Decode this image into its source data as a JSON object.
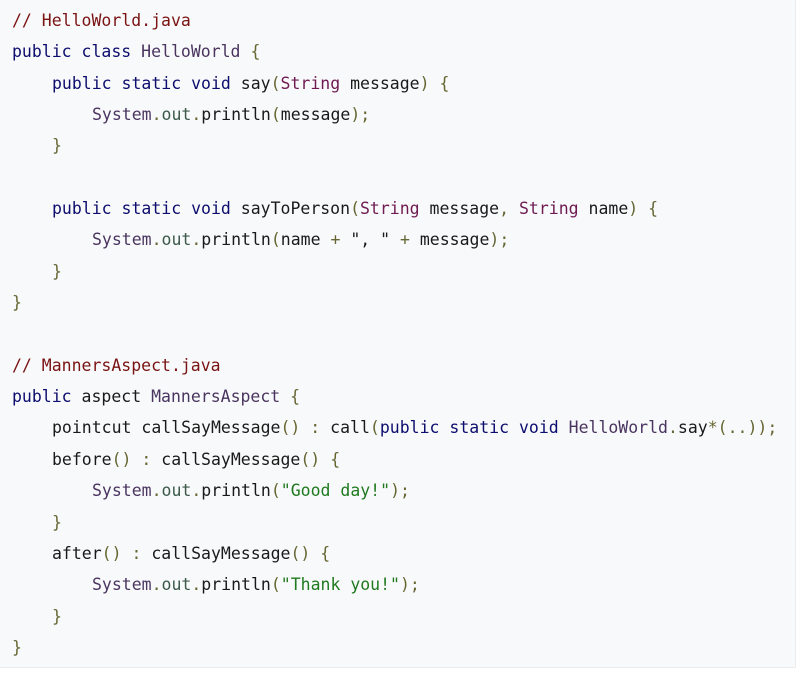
{
  "code": {
    "lines": [
      {
        "tokens": [
          {
            "text": "// HelloWorld.java",
            "cls": "tok-comment",
            "name": "comment-token"
          }
        ],
        "indent": 0
      },
      {
        "tokens": [
          {
            "text": "public",
            "cls": "tok-kw",
            "name": "keyword-token"
          },
          {
            "text": " ",
            "cls": "tok-ident",
            "name": "space-token"
          },
          {
            "text": "class",
            "cls": "tok-kw",
            "name": "keyword-token"
          },
          {
            "text": " ",
            "cls": "tok-ident",
            "name": "space-token"
          },
          {
            "text": "HelloWorld",
            "cls": "tok-class",
            "name": "class-name-token"
          },
          {
            "text": " ",
            "cls": "tok-ident",
            "name": "space-token"
          },
          {
            "text": "{",
            "cls": "tok-punct",
            "name": "punctuation-token"
          }
        ],
        "indent": 0
      },
      {
        "tokens": [
          {
            "text": "public",
            "cls": "tok-kw",
            "name": "keyword-token"
          },
          {
            "text": " ",
            "cls": "tok-ident",
            "name": "space-token"
          },
          {
            "text": "static",
            "cls": "tok-kw",
            "name": "keyword-token"
          },
          {
            "text": " ",
            "cls": "tok-ident",
            "name": "space-token"
          },
          {
            "text": "void",
            "cls": "tok-kw",
            "name": "keyword-token"
          },
          {
            "text": " ",
            "cls": "tok-ident",
            "name": "space-token"
          },
          {
            "text": "say",
            "cls": "tok-ident",
            "name": "method-name-token"
          },
          {
            "text": "(",
            "cls": "tok-punct",
            "name": "punctuation-token"
          },
          {
            "text": "String",
            "cls": "tok-type",
            "name": "type-token"
          },
          {
            "text": " message",
            "cls": "tok-ident",
            "name": "identifier-token"
          },
          {
            "text": ")",
            "cls": "tok-punct",
            "name": "punctuation-token"
          },
          {
            "text": " ",
            "cls": "tok-ident",
            "name": "space-token"
          },
          {
            "text": "{",
            "cls": "tok-punct",
            "name": "punctuation-token"
          }
        ],
        "indent": 1
      },
      {
        "tokens": [
          {
            "text": "System",
            "cls": "tok-class",
            "name": "class-name-token"
          },
          {
            "text": ".",
            "cls": "tok-punct",
            "name": "punctuation-token"
          },
          {
            "text": "out",
            "cls": "tok-obj",
            "name": "field-token"
          },
          {
            "text": ".",
            "cls": "tok-punct",
            "name": "punctuation-token"
          },
          {
            "text": "println",
            "cls": "tok-ident",
            "name": "method-name-token"
          },
          {
            "text": "(",
            "cls": "tok-punct",
            "name": "punctuation-token"
          },
          {
            "text": "message",
            "cls": "tok-ident",
            "name": "identifier-token"
          },
          {
            "text": ");",
            "cls": "tok-punct",
            "name": "punctuation-token"
          }
        ],
        "indent": 2
      },
      {
        "tokens": [
          {
            "text": "}",
            "cls": "tok-punct",
            "name": "punctuation-token"
          }
        ],
        "indent": 1
      },
      {
        "tokens": [],
        "indent": 0
      },
      {
        "tokens": [
          {
            "text": "public",
            "cls": "tok-kw",
            "name": "keyword-token"
          },
          {
            "text": " ",
            "cls": "tok-ident",
            "name": "space-token"
          },
          {
            "text": "static",
            "cls": "tok-kw",
            "name": "keyword-token"
          },
          {
            "text": " ",
            "cls": "tok-ident",
            "name": "space-token"
          },
          {
            "text": "void",
            "cls": "tok-kw",
            "name": "keyword-token"
          },
          {
            "text": " ",
            "cls": "tok-ident",
            "name": "space-token"
          },
          {
            "text": "sayToPerson",
            "cls": "tok-ident",
            "name": "method-name-token"
          },
          {
            "text": "(",
            "cls": "tok-punct",
            "name": "punctuation-token"
          },
          {
            "text": "String",
            "cls": "tok-type",
            "name": "type-token"
          },
          {
            "text": " message",
            "cls": "tok-ident",
            "name": "identifier-token"
          },
          {
            "text": ", ",
            "cls": "tok-punct",
            "name": "punctuation-token"
          },
          {
            "text": "String",
            "cls": "tok-type",
            "name": "type-token"
          },
          {
            "text": " name",
            "cls": "tok-ident",
            "name": "identifier-token"
          },
          {
            "text": ")",
            "cls": "tok-punct",
            "name": "punctuation-token"
          },
          {
            "text": " ",
            "cls": "tok-ident",
            "name": "space-token"
          },
          {
            "text": "{",
            "cls": "tok-punct",
            "name": "punctuation-token"
          }
        ],
        "indent": 1
      },
      {
        "tokens": [
          {
            "text": "System",
            "cls": "tok-class",
            "name": "class-name-token"
          },
          {
            "text": ".",
            "cls": "tok-punct",
            "name": "punctuation-token"
          },
          {
            "text": "out",
            "cls": "tok-obj",
            "name": "field-token"
          },
          {
            "text": ".",
            "cls": "tok-punct",
            "name": "punctuation-token"
          },
          {
            "text": "println",
            "cls": "tok-ident",
            "name": "method-name-token"
          },
          {
            "text": "(",
            "cls": "tok-punct",
            "name": "punctuation-token"
          },
          {
            "text": "name ",
            "cls": "tok-ident",
            "name": "identifier-token"
          },
          {
            "text": "+",
            "cls": "tok-punct",
            "name": "operator-token"
          },
          {
            "text": " \", \" ",
            "cls": "tok-ident",
            "name": "string-token"
          },
          {
            "text": "+",
            "cls": "tok-punct",
            "name": "operator-token"
          },
          {
            "text": " message",
            "cls": "tok-ident",
            "name": "identifier-token"
          },
          {
            "text": ");",
            "cls": "tok-punct",
            "name": "punctuation-token"
          }
        ],
        "indent": 2
      },
      {
        "tokens": [
          {
            "text": "}",
            "cls": "tok-punct",
            "name": "punctuation-token"
          }
        ],
        "indent": 1
      },
      {
        "tokens": [
          {
            "text": "}",
            "cls": "tok-punct",
            "name": "punctuation-token"
          }
        ],
        "indent": 0
      },
      {
        "tokens": [],
        "indent": 0
      },
      {
        "tokens": [
          {
            "text": "// MannersAspect.java",
            "cls": "tok-comment",
            "name": "comment-token"
          }
        ],
        "indent": 0
      },
      {
        "tokens": [
          {
            "text": "public",
            "cls": "tok-kw",
            "name": "keyword-token"
          },
          {
            "text": " ",
            "cls": "tok-ident",
            "name": "space-token"
          },
          {
            "text": "aspect",
            "cls": "tok-ident",
            "name": "keyword-token"
          },
          {
            "text": " ",
            "cls": "tok-ident",
            "name": "space-token"
          },
          {
            "text": "MannersAspect",
            "cls": "tok-class",
            "name": "class-name-token"
          },
          {
            "text": " ",
            "cls": "tok-ident",
            "name": "space-token"
          },
          {
            "text": "{",
            "cls": "tok-punct",
            "name": "punctuation-token"
          }
        ],
        "indent": 0
      },
      {
        "tokens": [
          {
            "text": "pointcut callSayMessage",
            "cls": "tok-ident",
            "name": "identifier-token"
          },
          {
            "text": "()",
            "cls": "tok-punct",
            "name": "punctuation-token"
          },
          {
            "text": " : ",
            "cls": "tok-punct",
            "name": "operator-token"
          },
          {
            "text": "call",
            "cls": "tok-ident",
            "name": "identifier-token"
          },
          {
            "text": "(",
            "cls": "tok-punct",
            "name": "punctuation-token"
          },
          {
            "text": "public",
            "cls": "tok-kw",
            "name": "keyword-token"
          },
          {
            "text": " ",
            "cls": "tok-ident",
            "name": "space-token"
          },
          {
            "text": "static",
            "cls": "tok-kw",
            "name": "keyword-token"
          },
          {
            "text": " ",
            "cls": "tok-ident",
            "name": "space-token"
          },
          {
            "text": "void",
            "cls": "tok-kw",
            "name": "keyword-token"
          },
          {
            "text": " ",
            "cls": "tok-ident",
            "name": "space-token"
          },
          {
            "text": "HelloWorld",
            "cls": "tok-class",
            "name": "class-name-token"
          },
          {
            "text": ".",
            "cls": "tok-punct",
            "name": "punctuation-token"
          },
          {
            "text": "say",
            "cls": "tok-ident",
            "name": "method-name-token"
          },
          {
            "text": "*(..));",
            "cls": "tok-punct",
            "name": "punctuation-token"
          }
        ],
        "indent": 1
      },
      {
        "tokens": [
          {
            "text": "before",
            "cls": "tok-ident",
            "name": "identifier-token"
          },
          {
            "text": "()",
            "cls": "tok-punct",
            "name": "punctuation-token"
          },
          {
            "text": " : ",
            "cls": "tok-punct",
            "name": "operator-token"
          },
          {
            "text": "callSayMessage",
            "cls": "tok-ident",
            "name": "identifier-token"
          },
          {
            "text": "()",
            "cls": "tok-punct",
            "name": "punctuation-token"
          },
          {
            "text": " ",
            "cls": "tok-ident",
            "name": "space-token"
          },
          {
            "text": "{",
            "cls": "tok-punct",
            "name": "punctuation-token"
          }
        ],
        "indent": 1
      },
      {
        "tokens": [
          {
            "text": "System",
            "cls": "tok-class",
            "name": "class-name-token"
          },
          {
            "text": ".",
            "cls": "tok-punct",
            "name": "punctuation-token"
          },
          {
            "text": "out",
            "cls": "tok-obj",
            "name": "field-token"
          },
          {
            "text": ".",
            "cls": "tok-punct",
            "name": "punctuation-token"
          },
          {
            "text": "println",
            "cls": "tok-ident",
            "name": "method-name-token"
          },
          {
            "text": "(",
            "cls": "tok-punct",
            "name": "punctuation-token"
          },
          {
            "text": "\"Good day!\"",
            "cls": "tok-str",
            "name": "string-token"
          },
          {
            "text": ");",
            "cls": "tok-punct",
            "name": "punctuation-token"
          }
        ],
        "indent": 2
      },
      {
        "tokens": [
          {
            "text": "}",
            "cls": "tok-punct",
            "name": "punctuation-token"
          }
        ],
        "indent": 1
      },
      {
        "tokens": [
          {
            "text": "after",
            "cls": "tok-ident",
            "name": "identifier-token"
          },
          {
            "text": "()",
            "cls": "tok-punct",
            "name": "punctuation-token"
          },
          {
            "text": " : ",
            "cls": "tok-punct",
            "name": "operator-token"
          },
          {
            "text": "callSayMessage",
            "cls": "tok-ident",
            "name": "identifier-token"
          },
          {
            "text": "()",
            "cls": "tok-punct",
            "name": "punctuation-token"
          },
          {
            "text": " ",
            "cls": "tok-ident",
            "name": "space-token"
          },
          {
            "text": "{",
            "cls": "tok-punct",
            "name": "punctuation-token"
          }
        ],
        "indent": 1
      },
      {
        "tokens": [
          {
            "text": "System",
            "cls": "tok-class",
            "name": "class-name-token"
          },
          {
            "text": ".",
            "cls": "tok-punct",
            "name": "punctuation-token"
          },
          {
            "text": "out",
            "cls": "tok-obj",
            "name": "field-token"
          },
          {
            "text": ".",
            "cls": "tok-punct",
            "name": "punctuation-token"
          },
          {
            "text": "println",
            "cls": "tok-ident",
            "name": "method-name-token"
          },
          {
            "text": "(",
            "cls": "tok-punct",
            "name": "punctuation-token"
          },
          {
            "text": "\"Thank you!\"",
            "cls": "tok-str",
            "name": "string-token"
          },
          {
            "text": ");",
            "cls": "tok-punct",
            "name": "punctuation-token"
          }
        ],
        "indent": 2
      },
      {
        "tokens": [
          {
            "text": "}",
            "cls": "tok-punct",
            "name": "punctuation-token"
          }
        ],
        "indent": 1
      },
      {
        "tokens": [
          {
            "text": "}",
            "cls": "tok-punct",
            "name": "punctuation-token"
          }
        ],
        "indent": 0
      }
    ]
  },
  "colors": {
    "background": "#f8f9fa",
    "comment": "#7a1313",
    "keyword": "#0d0d6e",
    "type": "#6f1b51",
    "string": "#1f7a1f"
  }
}
